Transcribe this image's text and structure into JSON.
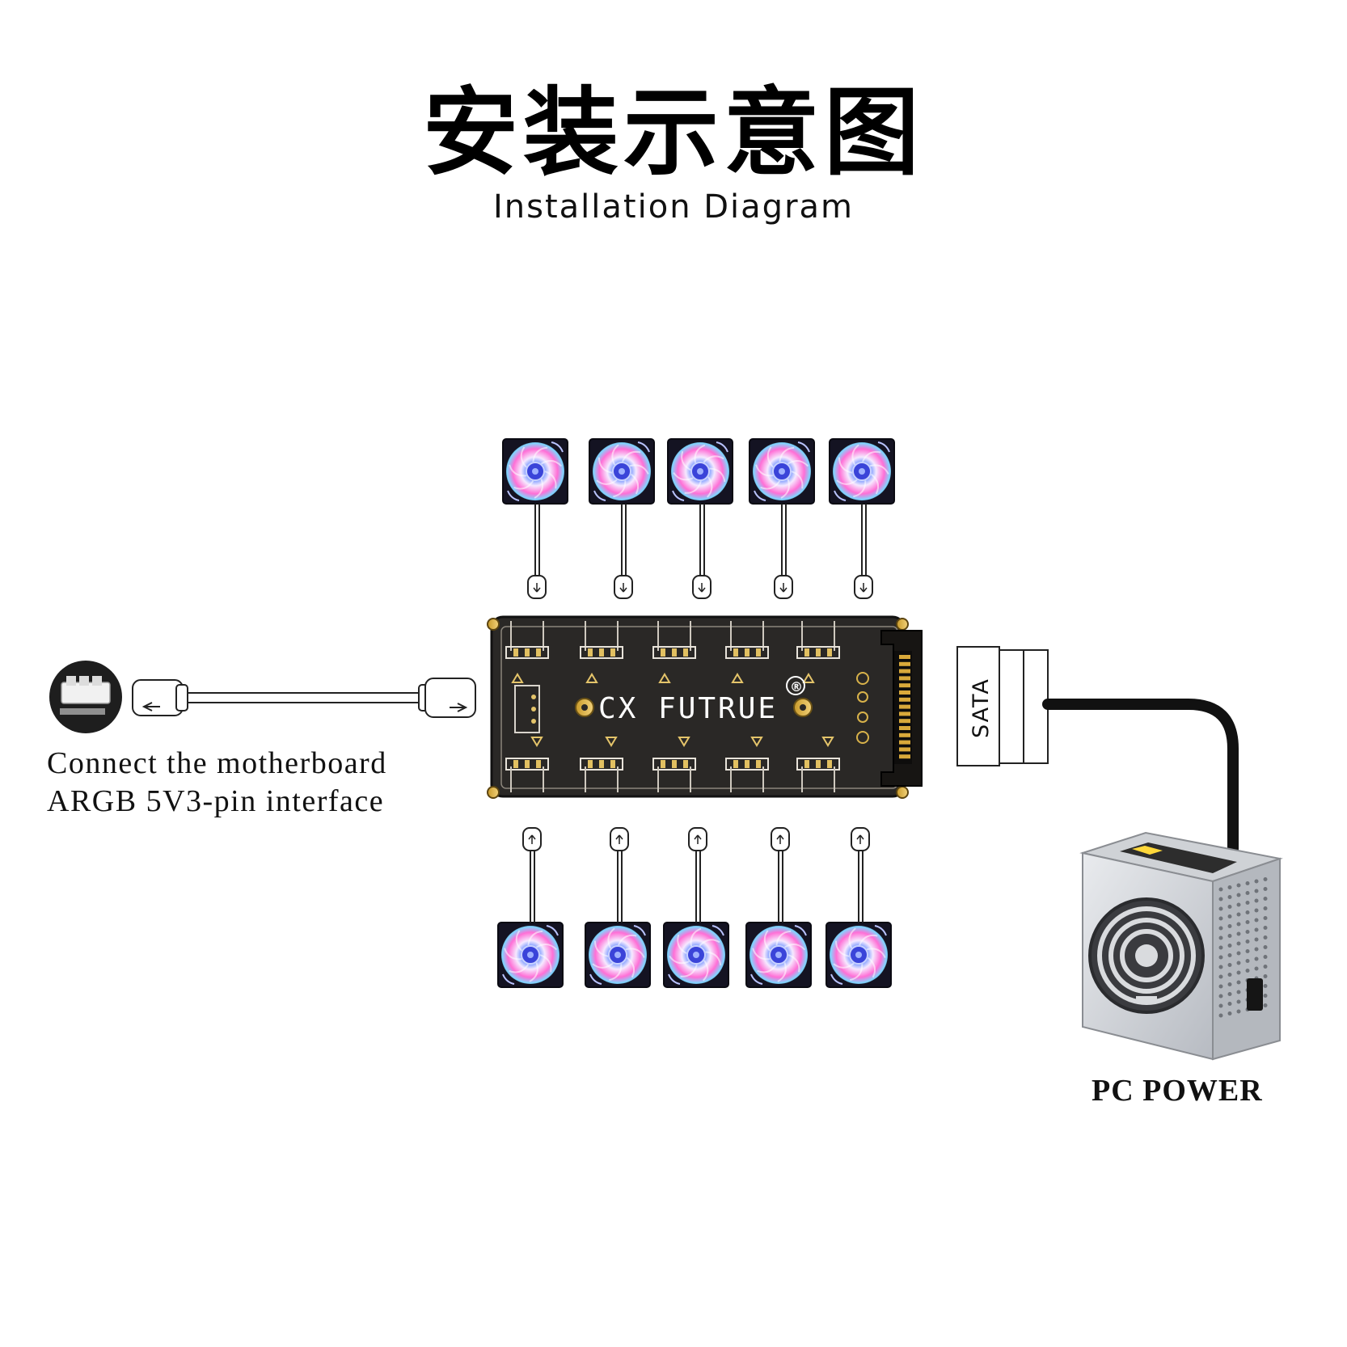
{
  "header": {
    "title_zh": "安装示意图",
    "title_en": "Installation Diagram"
  },
  "hub": {
    "brand": "CX FUTRUE",
    "registered": "®",
    "board_color": "#2a2826",
    "top_fan_ports": 5,
    "bottom_fan_ports": 5
  },
  "motherboard": {
    "label_line1": "Connect the motherboard",
    "label_line2": "ARGB 5V3-pin interface"
  },
  "sata": {
    "label": "SATA"
  },
  "psu": {
    "label": "PC POWER"
  },
  "fans": {
    "count_top": 5,
    "count_bottom": 5,
    "colors": [
      "#ff5fd0",
      "#7ad8ff",
      "#b36bff",
      "#3b6bff"
    ]
  }
}
